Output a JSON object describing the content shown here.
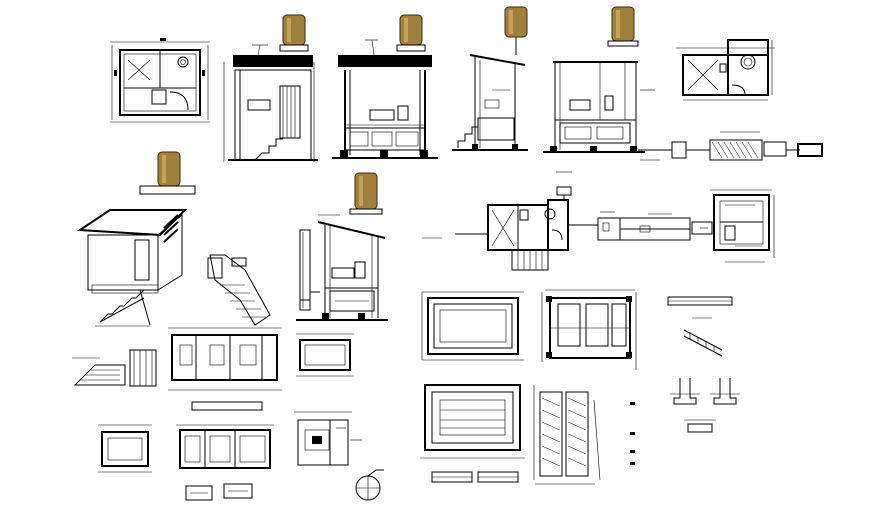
{
  "drawing": {
    "background": "#ffffff",
    "line_color": "#000000",
    "tank_color": "#a0803a"
  },
  "panels": [
    "toilet-plan-top-left",
    "front-elevation-1",
    "section-1",
    "side-section-1",
    "side-section-2",
    "toilet-plan-top-right",
    "drain-detail-right",
    "isometric-view",
    "stair-detail",
    "section-with-tank",
    "site-layout-plan",
    "plan-right",
    "foundation-plan-1",
    "foundation-plan-2",
    "beam-detail",
    "footing-plan-3",
    "column-detail-group",
    "small-details-bottom-left",
    "footing-section-group",
    "bottom-center-details"
  ]
}
